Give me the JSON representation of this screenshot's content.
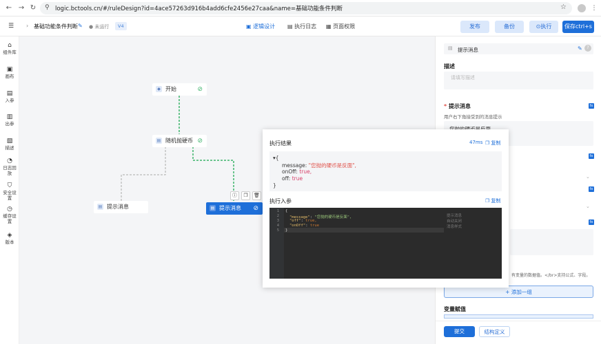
{
  "browser": {
    "url": "logic.bctools.cn/#/ruleDesign?id=4ace57263d916b4add6cfe2456e27caa&name=基础功能条件判断"
  },
  "header": {
    "title": "基础功能条件判断",
    "status": "未运行",
    "version": "V4",
    "tabs": [
      {
        "label": "逻辑设计",
        "active": true
      },
      {
        "label": "执行日志",
        "active": false
      },
      {
        "label": "页面权限",
        "active": false
      }
    ],
    "buttons": {
      "publish": "发布",
      "backup": "备份",
      "run": "执行",
      "save": "保存ctrl+s"
    }
  },
  "sidebar": {
    "items": [
      {
        "label": "组件库",
        "icon": "home-icon"
      },
      {
        "label": "画布",
        "icon": "canvas-icon"
      },
      {
        "label": "入参",
        "icon": "input-params-icon"
      },
      {
        "label": "出参",
        "icon": "output-params-icon"
      },
      {
        "label": "描述",
        "icon": "description-icon"
      },
      {
        "label": "日志回放",
        "icon": "log-replay-icon"
      },
      {
        "label": "安全设置",
        "icon": "shield-icon"
      },
      {
        "label": "缓存设置",
        "icon": "cache-icon"
      },
      {
        "label": "版本",
        "icon": "version-icon"
      }
    ]
  },
  "canvas": {
    "nodes": {
      "start": "开始",
      "coin": "随机抛硬币",
      "msg_left": "提示消息",
      "msg_selected": "提示消息"
    }
  },
  "popup": {
    "result_title": "执行结果",
    "duration": "47ms",
    "copy": "复制",
    "result": {
      "message_key": "message:",
      "message_val": "\"您抛的硬币是反面\",",
      "onoff_key": "onOff:",
      "onoff_val": "true,",
      "off_key": "off:",
      "off_val": "true"
    },
    "params_title": "执行入参",
    "code": {
      "line1": "{",
      "line2_key": "\"message\"",
      "line2_val": "\"您抛的硬币是反面\",",
      "line3_key": "\"off\"",
      "line3_val": "true,",
      "line4_key": "\"onOff\"",
      "line4_val": "true",
      "line5": "}"
    },
    "hints": [
      "提示消息",
      "自动关闭",
      "消息样式"
    ]
  },
  "rpanel": {
    "node_name": "提示消息",
    "desc_label": "描述",
    "desc_placeholder": "请填写描述",
    "msg_label": "提示消息",
    "msg_hint": "用户右下角接受到的消息提示",
    "msg_value": "您抛的硬币是反面",
    "bottom_hint": "有变量的数据值。</br>支持公式、字段。",
    "add_group": "+ 添加一组",
    "assign_label": "变量赋值",
    "submit": "提交",
    "struct_def": "结构定义"
  }
}
